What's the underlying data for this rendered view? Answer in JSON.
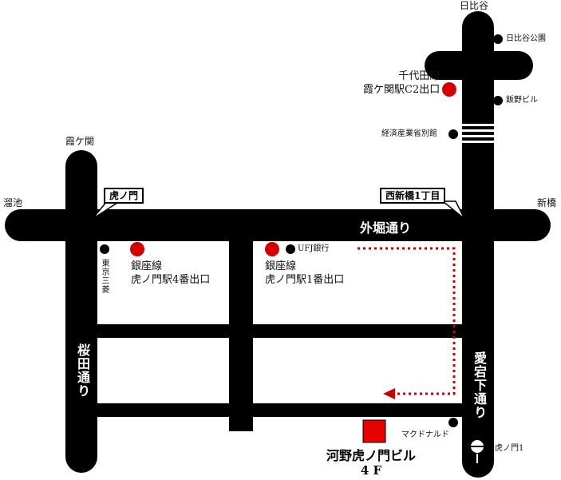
{
  "place_labels": {
    "hibiya": "日比谷",
    "kasumigaseki": "霞ケ関",
    "tameike": "溜池",
    "shinbashi": "新橋"
  },
  "landmarks": {
    "hibiya_park": "日比谷公園",
    "iino_building": "飯野ビル",
    "meti_annex": "経済産業省別館",
    "ufj_bank": "UFJ銀行",
    "tokyo_sanryo": "東京三菱",
    "mcdonalds": "マクドナルド",
    "toranomon1": "虎ノ門1"
  },
  "stations": {
    "chiyoda_c2": {
      "line1": "千代田線",
      "line2": "霞ケ関駅C2出口"
    },
    "ginza_exit4": {
      "line1": "銀座線",
      "line2": "虎ノ門駅4番出口"
    },
    "ginza_exit1": {
      "line1": "銀座線",
      "line2": "虎ノ門駅1番出口"
    }
  },
  "intersections": {
    "toranomon": "虎ノ門",
    "nishi_shinbashi": "西新橋1丁目"
  },
  "roads": {
    "sotobori": "外堀通り",
    "sakurada": "桜田通り",
    "atagoshita": "愛宕下通り"
  },
  "destination": {
    "name": "河野虎ノ門ビル",
    "floor": "4 F"
  },
  "colors": {
    "road": "#000000",
    "station_marker": "#d40000",
    "route": "#cc0000",
    "destination_marker": "#e60000"
  }
}
